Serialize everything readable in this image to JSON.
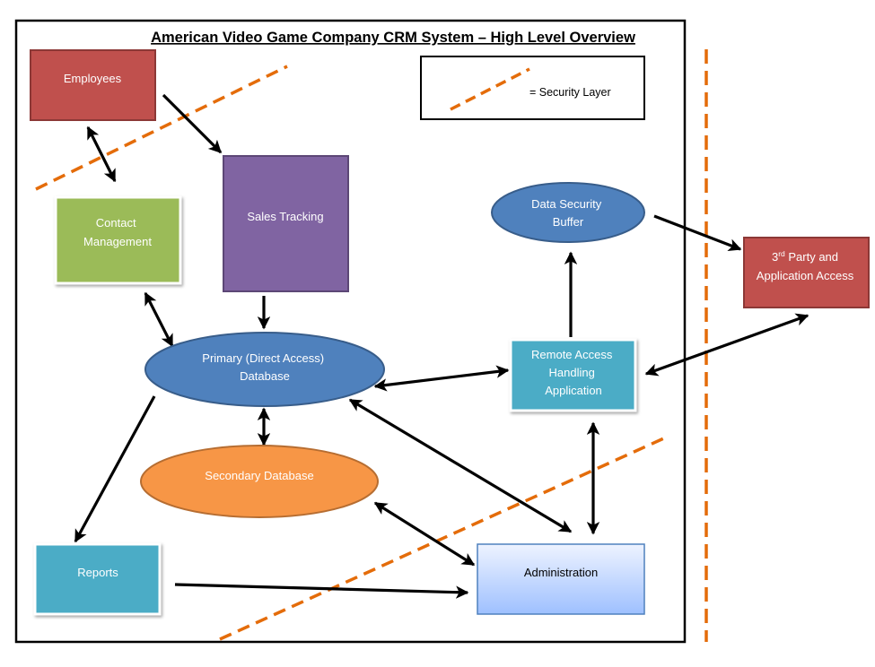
{
  "title": "American Video Game Company CRM System – High Level Overview",
  "legend": {
    "label": "= Security Layer"
  },
  "nodes": {
    "employees": {
      "label": "Employees"
    },
    "contact_management": {
      "line1": "Contact",
      "line2": "Management"
    },
    "sales_tracking": {
      "label": "Sales Tracking"
    },
    "data_security_buffer": {
      "line1": "Data Security",
      "line2": "Buffer"
    },
    "third_party": {
      "line1_prefix": "3",
      "line1_sup": "rd",
      "line1_suffix": " Party and",
      "line2": "Application Access"
    },
    "primary_database": {
      "line1": "Primary (Direct Access)",
      "line2": "Database"
    },
    "remote_access": {
      "line1": "Remote Access",
      "line2": "Handling",
      "line3": "Application"
    },
    "secondary_database": {
      "label": "Secondary Database"
    },
    "reports": {
      "label": "Reports"
    },
    "administration": {
      "label": "Administration"
    }
  },
  "colors": {
    "employees": "#c0504d",
    "contact_management": "#9bbb59",
    "sales_tracking": "#8064a2",
    "database_blue": "#4f81bd",
    "remote_access": "#4bacc6",
    "secondary_database": "#f79646",
    "reports": "#4bacc6",
    "administration_top": "#eef3ff",
    "administration_bottom": "#9ec0ff",
    "third_party": "#c0504d",
    "security_layer": "#e46c0a"
  }
}
